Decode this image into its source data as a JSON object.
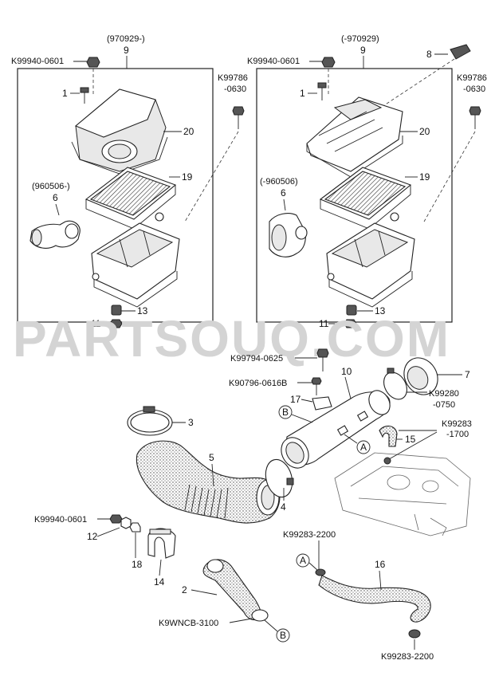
{
  "watermark": "PARTSOUQ.COM",
  "left_panel": {
    "date_range": "(970929-)",
    "labels": {
      "part9": "9",
      "k99940": "K99940-0601",
      "part1": "1",
      "k99786a": "K99786",
      "k99786b": "-0630",
      "part20": "20",
      "part19": "19",
      "date_6": "(960506-)",
      "part6": "6",
      "part13": "13",
      "part11": "11"
    }
  },
  "right_panel": {
    "date_range": "(-970929)",
    "labels": {
      "part9": "9",
      "k99940": "K99940-0601",
      "part1": "1",
      "k99786a": "K99786",
      "k99786b": "-0630",
      "part20": "20",
      "part19": "19",
      "date_6": "(-960506)",
      "part6": "6",
      "part13": "13",
      "part11": "11"
    }
  },
  "callouts": {
    "part8": "8",
    "k99794": "K99794-0625",
    "k90796": "K90796-0616B",
    "part10": "10",
    "part7": "7",
    "k99280a": "K99280",
    "k99280b": "-0750",
    "part17": "17",
    "ref_b_top": "B",
    "part3": "3",
    "ref_a_mid": "A",
    "k99283a": "K99283",
    "k99283b": "-1700",
    "part15": "15",
    "part5": "5",
    "part4": "4",
    "k99940_lower": "K99940-0601",
    "part12": "12",
    "part18": "18",
    "part14": "14",
    "k99283_2200_top": "K99283-2200",
    "ref_a_low": "A",
    "part16": "16",
    "part2": "2",
    "k9wncb": "K9WNCB-3100",
    "ref_b_low": "B",
    "k99283_2200_bottom": "K99283-2200"
  }
}
